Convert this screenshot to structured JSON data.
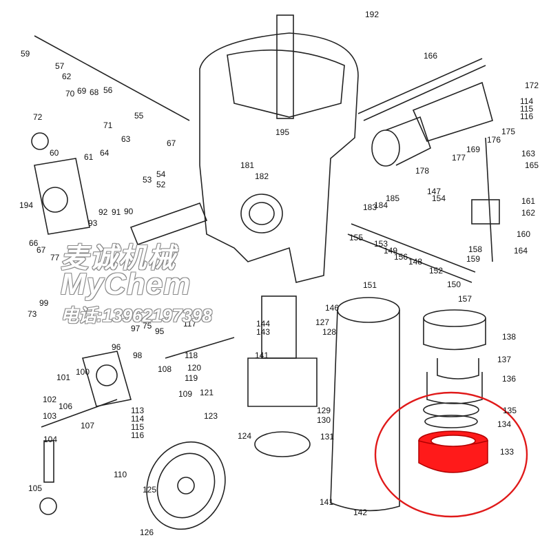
{
  "diagram": {
    "callouts": [
      "59",
      "57",
      "62",
      "56",
      "70",
      "69",
      "68",
      "55",
      "72",
      "71",
      "60",
      "61",
      "64",
      "63",
      "67",
      "53",
      "54",
      "52",
      "194",
      "92",
      "91",
      "90",
      "93",
      "66",
      "67",
      "77",
      "99",
      "73",
      "75",
      "117",
      "95",
      "97",
      "96",
      "98",
      "101",
      "100",
      "102",
      "106",
      "103",
      "107",
      "104",
      "105",
      "108",
      "109",
      "113",
      "114",
      "115",
      "116",
      "119",
      "121",
      "120",
      "118",
      "123",
      "110",
      "125",
      "124",
      "126",
      "192",
      "166",
      "172",
      "114",
      "115",
      "116",
      "175",
      "176",
      "169",
      "177",
      "163",
      "165",
      "178",
      "147",
      "154",
      "161",
      "162",
      "185",
      "184",
      "183",
      "195",
      "181",
      "182",
      "155",
      "153",
      "149",
      "156",
      "148",
      "152",
      "150",
      "151",
      "160",
      "158",
      "159",
      "164",
      "157",
      "146",
      "144",
      "143",
      "127",
      "128",
      "141",
      "138",
      "137",
      "136",
      "135",
      "134",
      "133",
      "129",
      "130",
      "131",
      "141",
      "142"
    ],
    "highlight_color": "#ff0000",
    "circle_color": "#e01a1a"
  },
  "watermark": {
    "chinese_name": "麦诚机械",
    "brand": "MyChem",
    "phone": "电话:13962197398"
  }
}
